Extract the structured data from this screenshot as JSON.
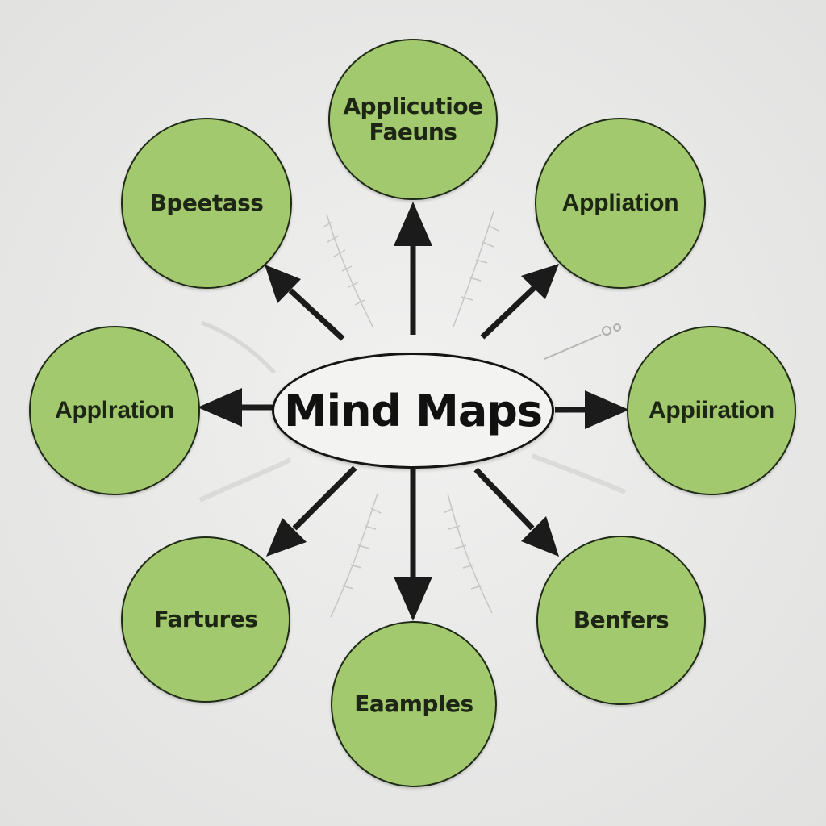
{
  "center": {
    "label": "Mind Maps"
  },
  "nodes": [
    {
      "id": "top",
      "label": "Applicutioe\nFaeuns"
    },
    {
      "id": "top-right",
      "label": "Appliation"
    },
    {
      "id": "right",
      "label": "Appiiration"
    },
    {
      "id": "bottom-right",
      "label": "Benfers"
    },
    {
      "id": "bottom",
      "label": "Eaamples"
    },
    {
      "id": "bottom-left",
      "label": "Fartures"
    },
    {
      "id": "left",
      "label": "Applration"
    },
    {
      "id": "top-left",
      "label": "Bpeetass"
    }
  ],
  "colors": {
    "node_fill": "#a3c96e",
    "node_border": "#1f2a17",
    "arrow": "#1b1b1b",
    "center_fill": "#f3f3f2"
  }
}
